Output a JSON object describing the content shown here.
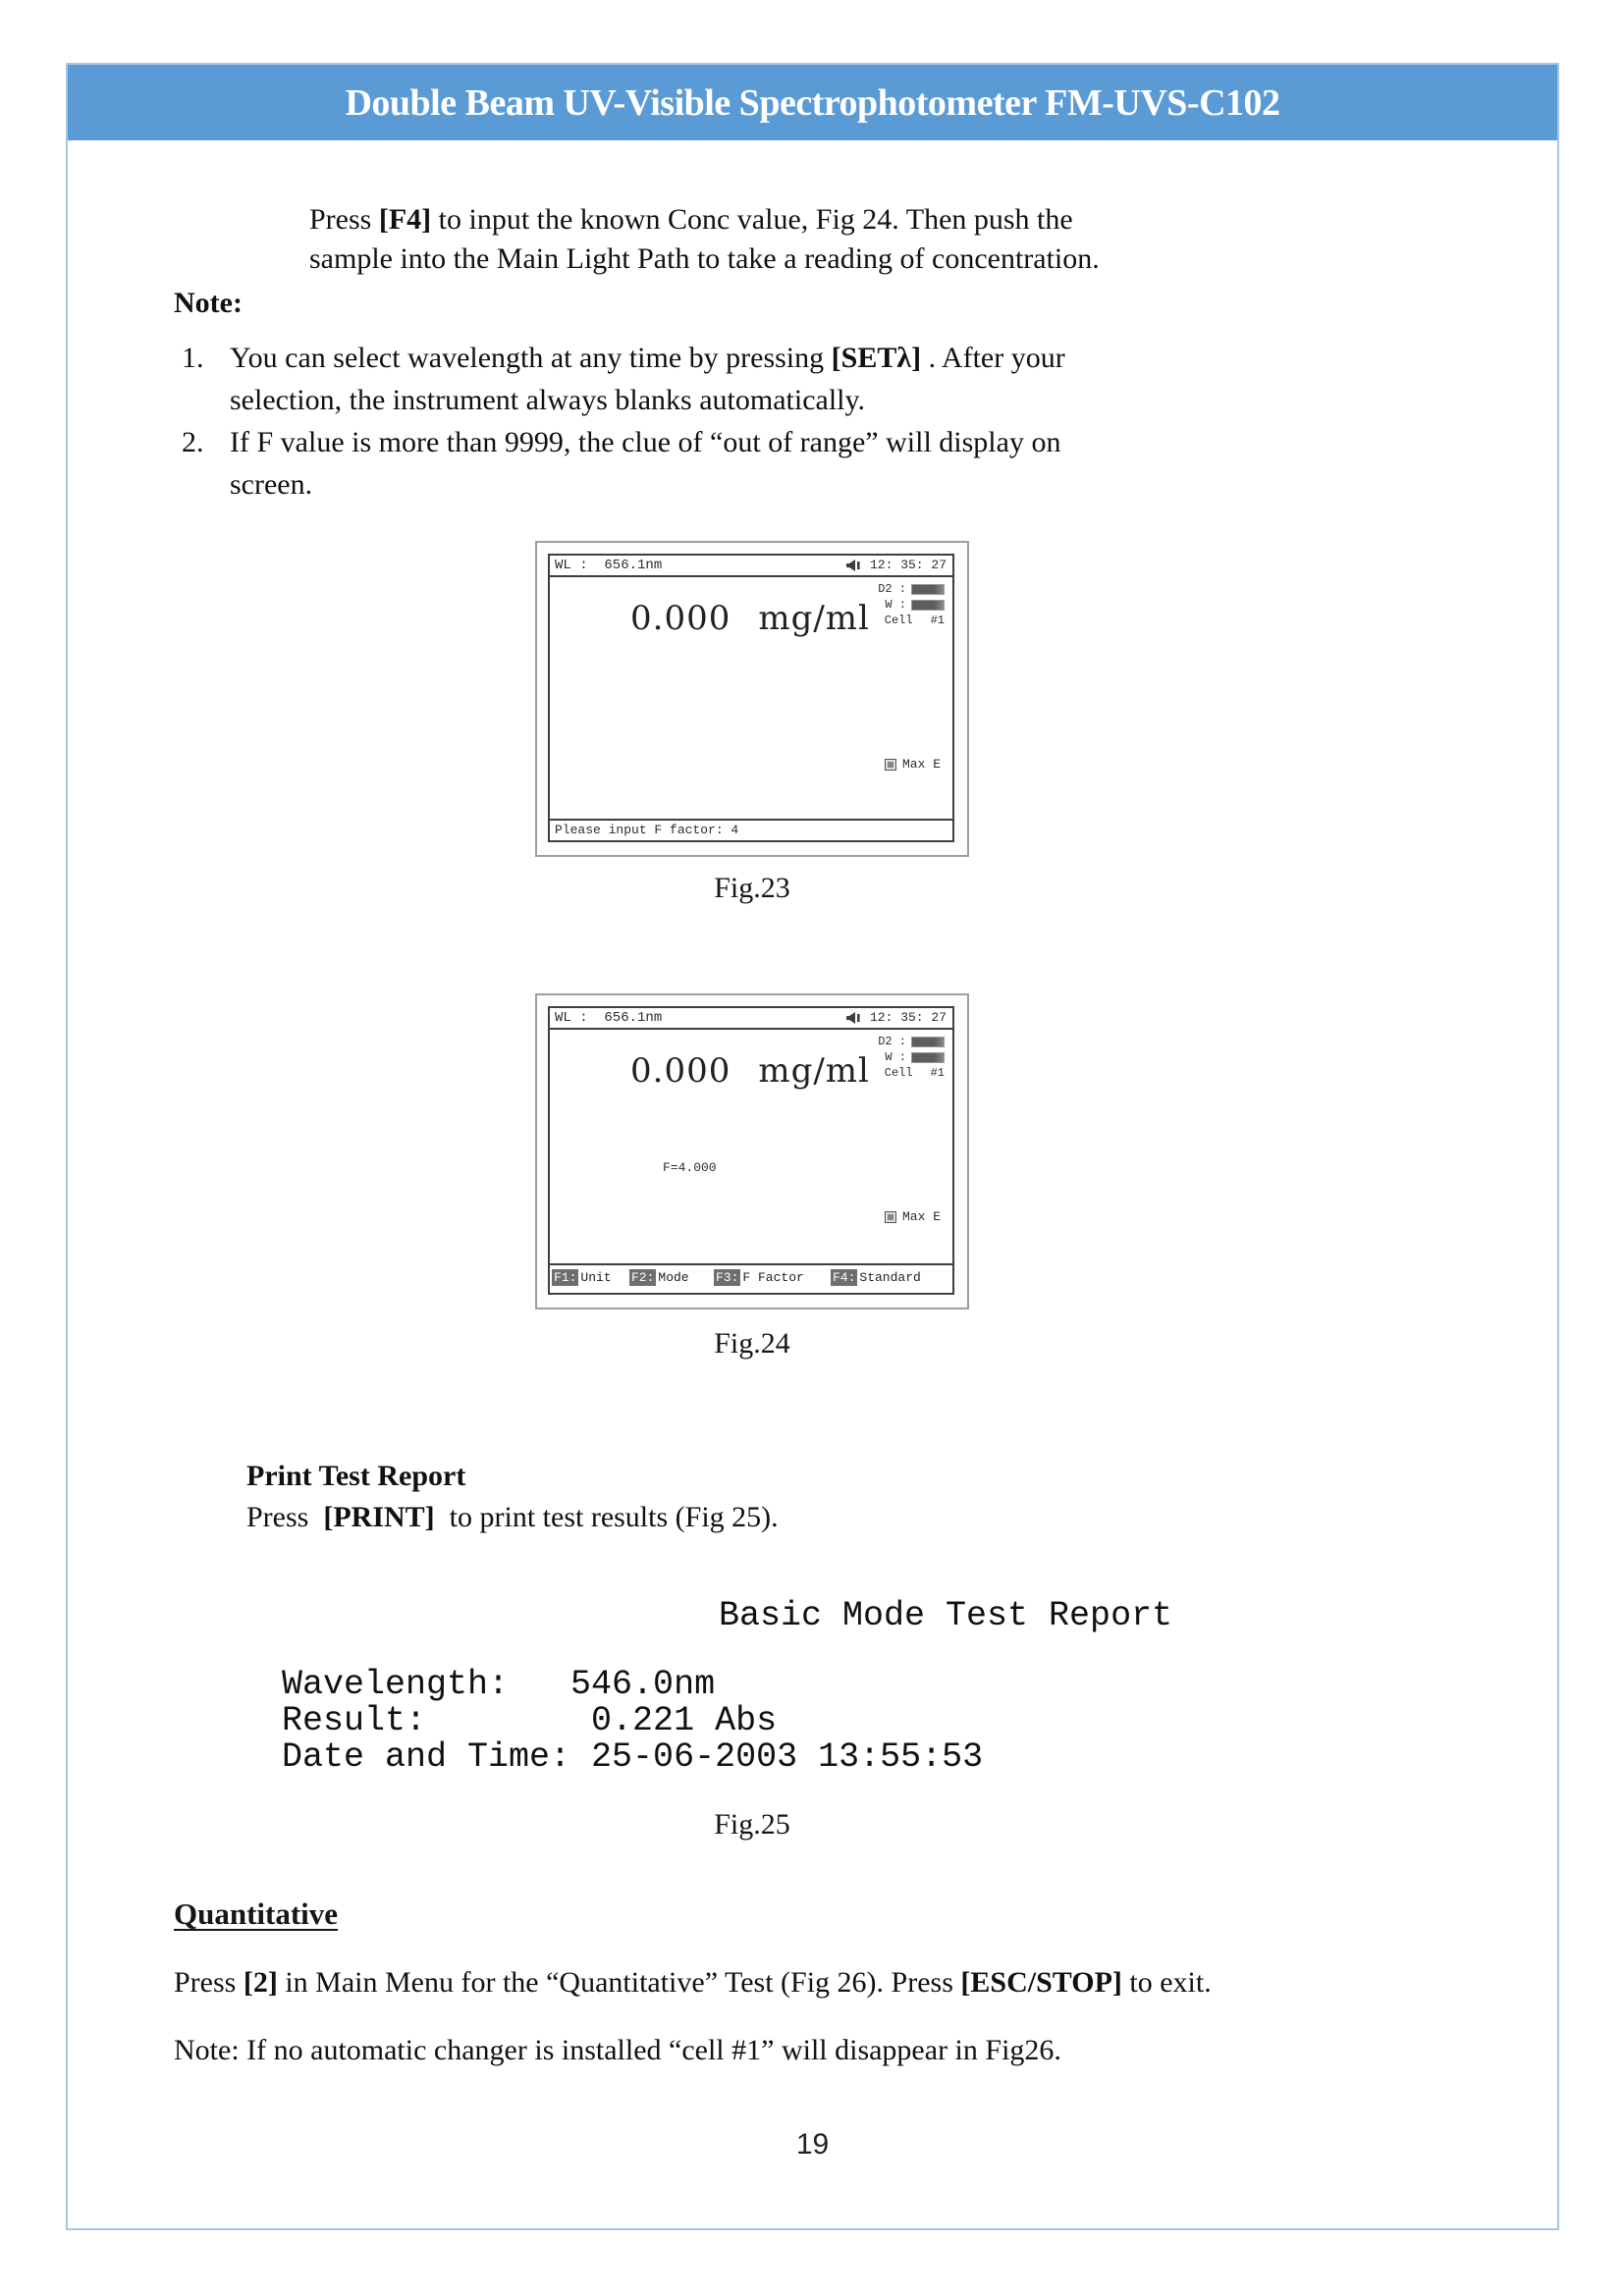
{
  "header": {
    "title": "Double Beam UV-Visible Spectrophotometer FM-UVS-C102"
  },
  "intro": {
    "lines": [
      [
        {
          "t": "Press "
        },
        {
          "t": "【F4】",
          "b": true
        },
        {
          "t": " to input the known Conc value, Fig 24. Then push the"
        }
      ],
      [
        {
          "t": "sample into the Main Light Path to take a reading of concentration."
        }
      ]
    ]
  },
  "note_heading": "Note:",
  "notes": [
    {
      "num": "1.",
      "lines": [
        [
          {
            "t": "You can select wavelength at any time by pressing "
          },
          {
            "t": "【SETλ】",
            "b": true
          },
          {
            "t": " . After your"
          }
        ],
        [
          {
            "t": "selection, the instrument always blanks automatically."
          }
        ]
      ]
    },
    {
      "num": "2.",
      "lines": [
        [
          {
            "t": "If F value is more than 9999, the clue of “out of range” will display on"
          }
        ],
        [
          {
            "t": "screen."
          }
        ]
      ]
    }
  ],
  "fig23": {
    "screen": {
      "wl_label": "WL :  656.1nm",
      "time": "12: 35: 27",
      "lamp1_label": "D2 :",
      "lamp2_label": "W :",
      "cell_label": "Cell",
      "cell_value": "#1",
      "reading_value": "0.000",
      "reading_unit": "mg/ml",
      "max_label": "Max  E",
      "status_message": "Please input F factor: 4"
    },
    "caption": "Fig.23"
  },
  "fig24": {
    "screen": {
      "wl_label": "WL :  656.1nm",
      "time": "12: 35: 27",
      "lamp1_label": "D2 :",
      "lamp2_label": "W :",
      "cell_label": "Cell",
      "cell_value": "#1",
      "reading_value": "0.000",
      "reading_unit": "mg/ml",
      "f_factor": "F=4.000",
      "max_label": "Max  E",
      "fkeys": [
        {
          "key": "F1:",
          "label": "Unit"
        },
        {
          "key": "F2:",
          "label": "Mode"
        },
        {
          "key": "F3:",
          "label": "F Factor"
        },
        {
          "key": "F4:",
          "label": "Standard"
        }
      ]
    },
    "caption": "Fig.24"
  },
  "print_section": {
    "heading": "Print Test Report",
    "press_line": [
      {
        "t": "Press  "
      },
      {
        "t": "【PRINT】",
        "b": true
      },
      {
        "t": "  to print test results (Fig 25)."
      }
    ]
  },
  "fig25": {
    "title": "Basic Mode Test Report",
    "lines": [
      "Wavelength:   546.0nm",
      "Result:        0.221 Abs",
      "Date and Time: 25-06-2003 13:55:53"
    ],
    "caption": "Fig.25"
  },
  "quantitative": {
    "heading": "Quantitative",
    "press_line": [
      {
        "t": "Press "
      },
      {
        "t": "【2】",
        "b": true
      },
      {
        "t": " in Main Menu for the “Quantitative” Test (Fig 26). Press "
      },
      {
        "t": "【ESC/STOP】",
        "b": true
      },
      {
        "t": " to exit."
      }
    ],
    "note_line": "Note: If no automatic changer is installed “cell #1” will disappear in Fig26."
  },
  "page_number": "19",
  "colors": {
    "header_bg": "#5b9bd5",
    "page_border": "#a6c5e5",
    "lcd_border": "#3f3f3f",
    "fkey_chip_bg": "#6e6e6e"
  }
}
